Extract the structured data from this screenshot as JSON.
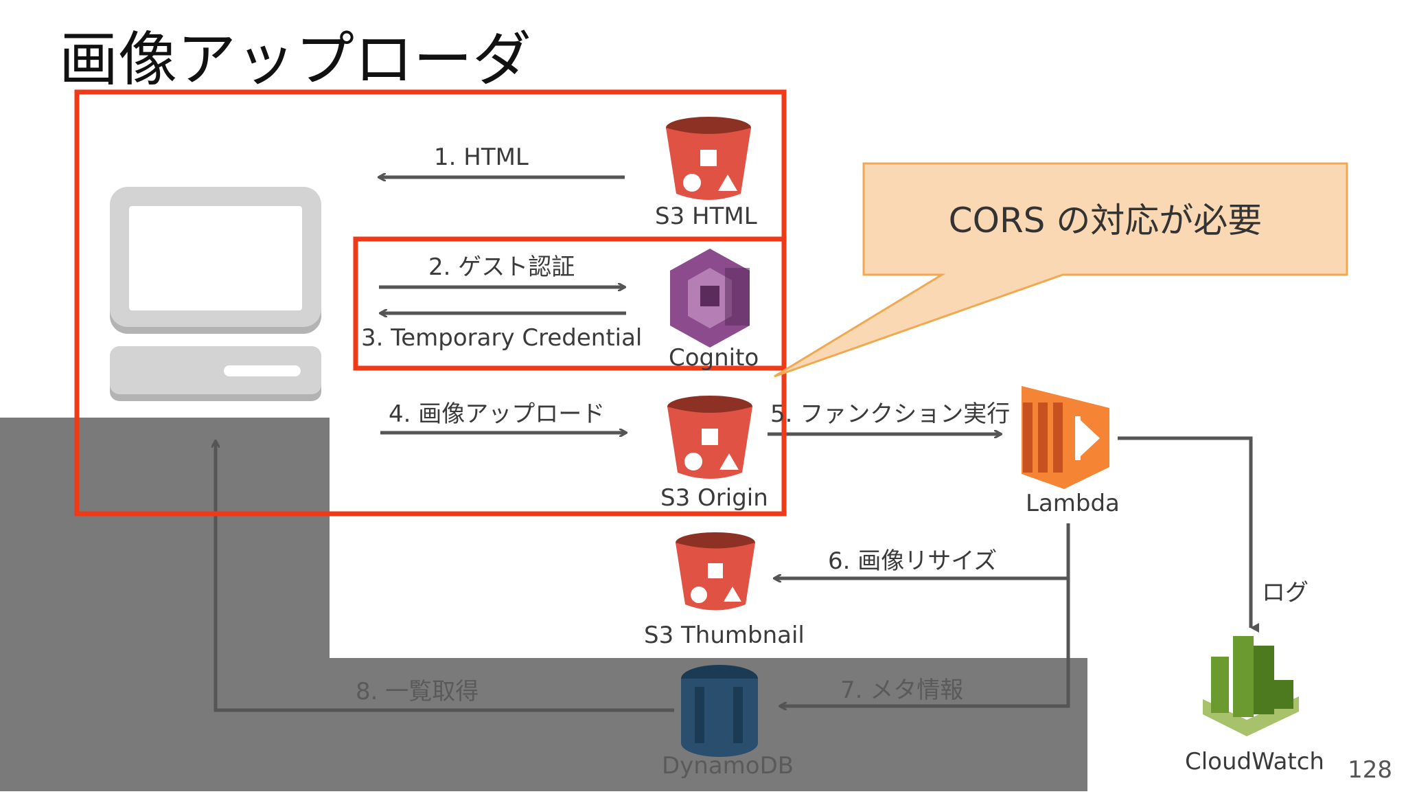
{
  "slide": {
    "title": "画像アップローダ",
    "page_number": "128",
    "callout": "CORS の対応が必要"
  },
  "nodes": {
    "s3_html": "S3 HTML",
    "cognito": "Cognito",
    "s3_origin": "S3 Origin",
    "lambda": "Lambda",
    "s3_thumbnail": "S3 Thumbnail",
    "dynamodb": "DynamoDB",
    "cloudwatch": "CloudWatch"
  },
  "steps": {
    "s1": "1. HTML",
    "s2": "2. ゲスト認証",
    "s3": "3. Temporary Credential",
    "s4": "4. 画像アップロード",
    "s5": "5. ファンクション実行",
    "s6": "6. 画像リサイズ",
    "s7": "7. メタ情報",
    "s8": "8. 一覧取得",
    "log": "ログ"
  },
  "colors": {
    "highlight_border": "#f03a17",
    "s3_red": "#e05243",
    "cognito_purple": "#8c4b8d",
    "lambda_orange": "#f58534",
    "cloudwatch_green": "#6b9a2e",
    "callout_fill": "#fbd8b4",
    "callout_border": "#f0a950",
    "overlay_gray": "#7a7a7a",
    "arrow_gray": "#555555"
  }
}
